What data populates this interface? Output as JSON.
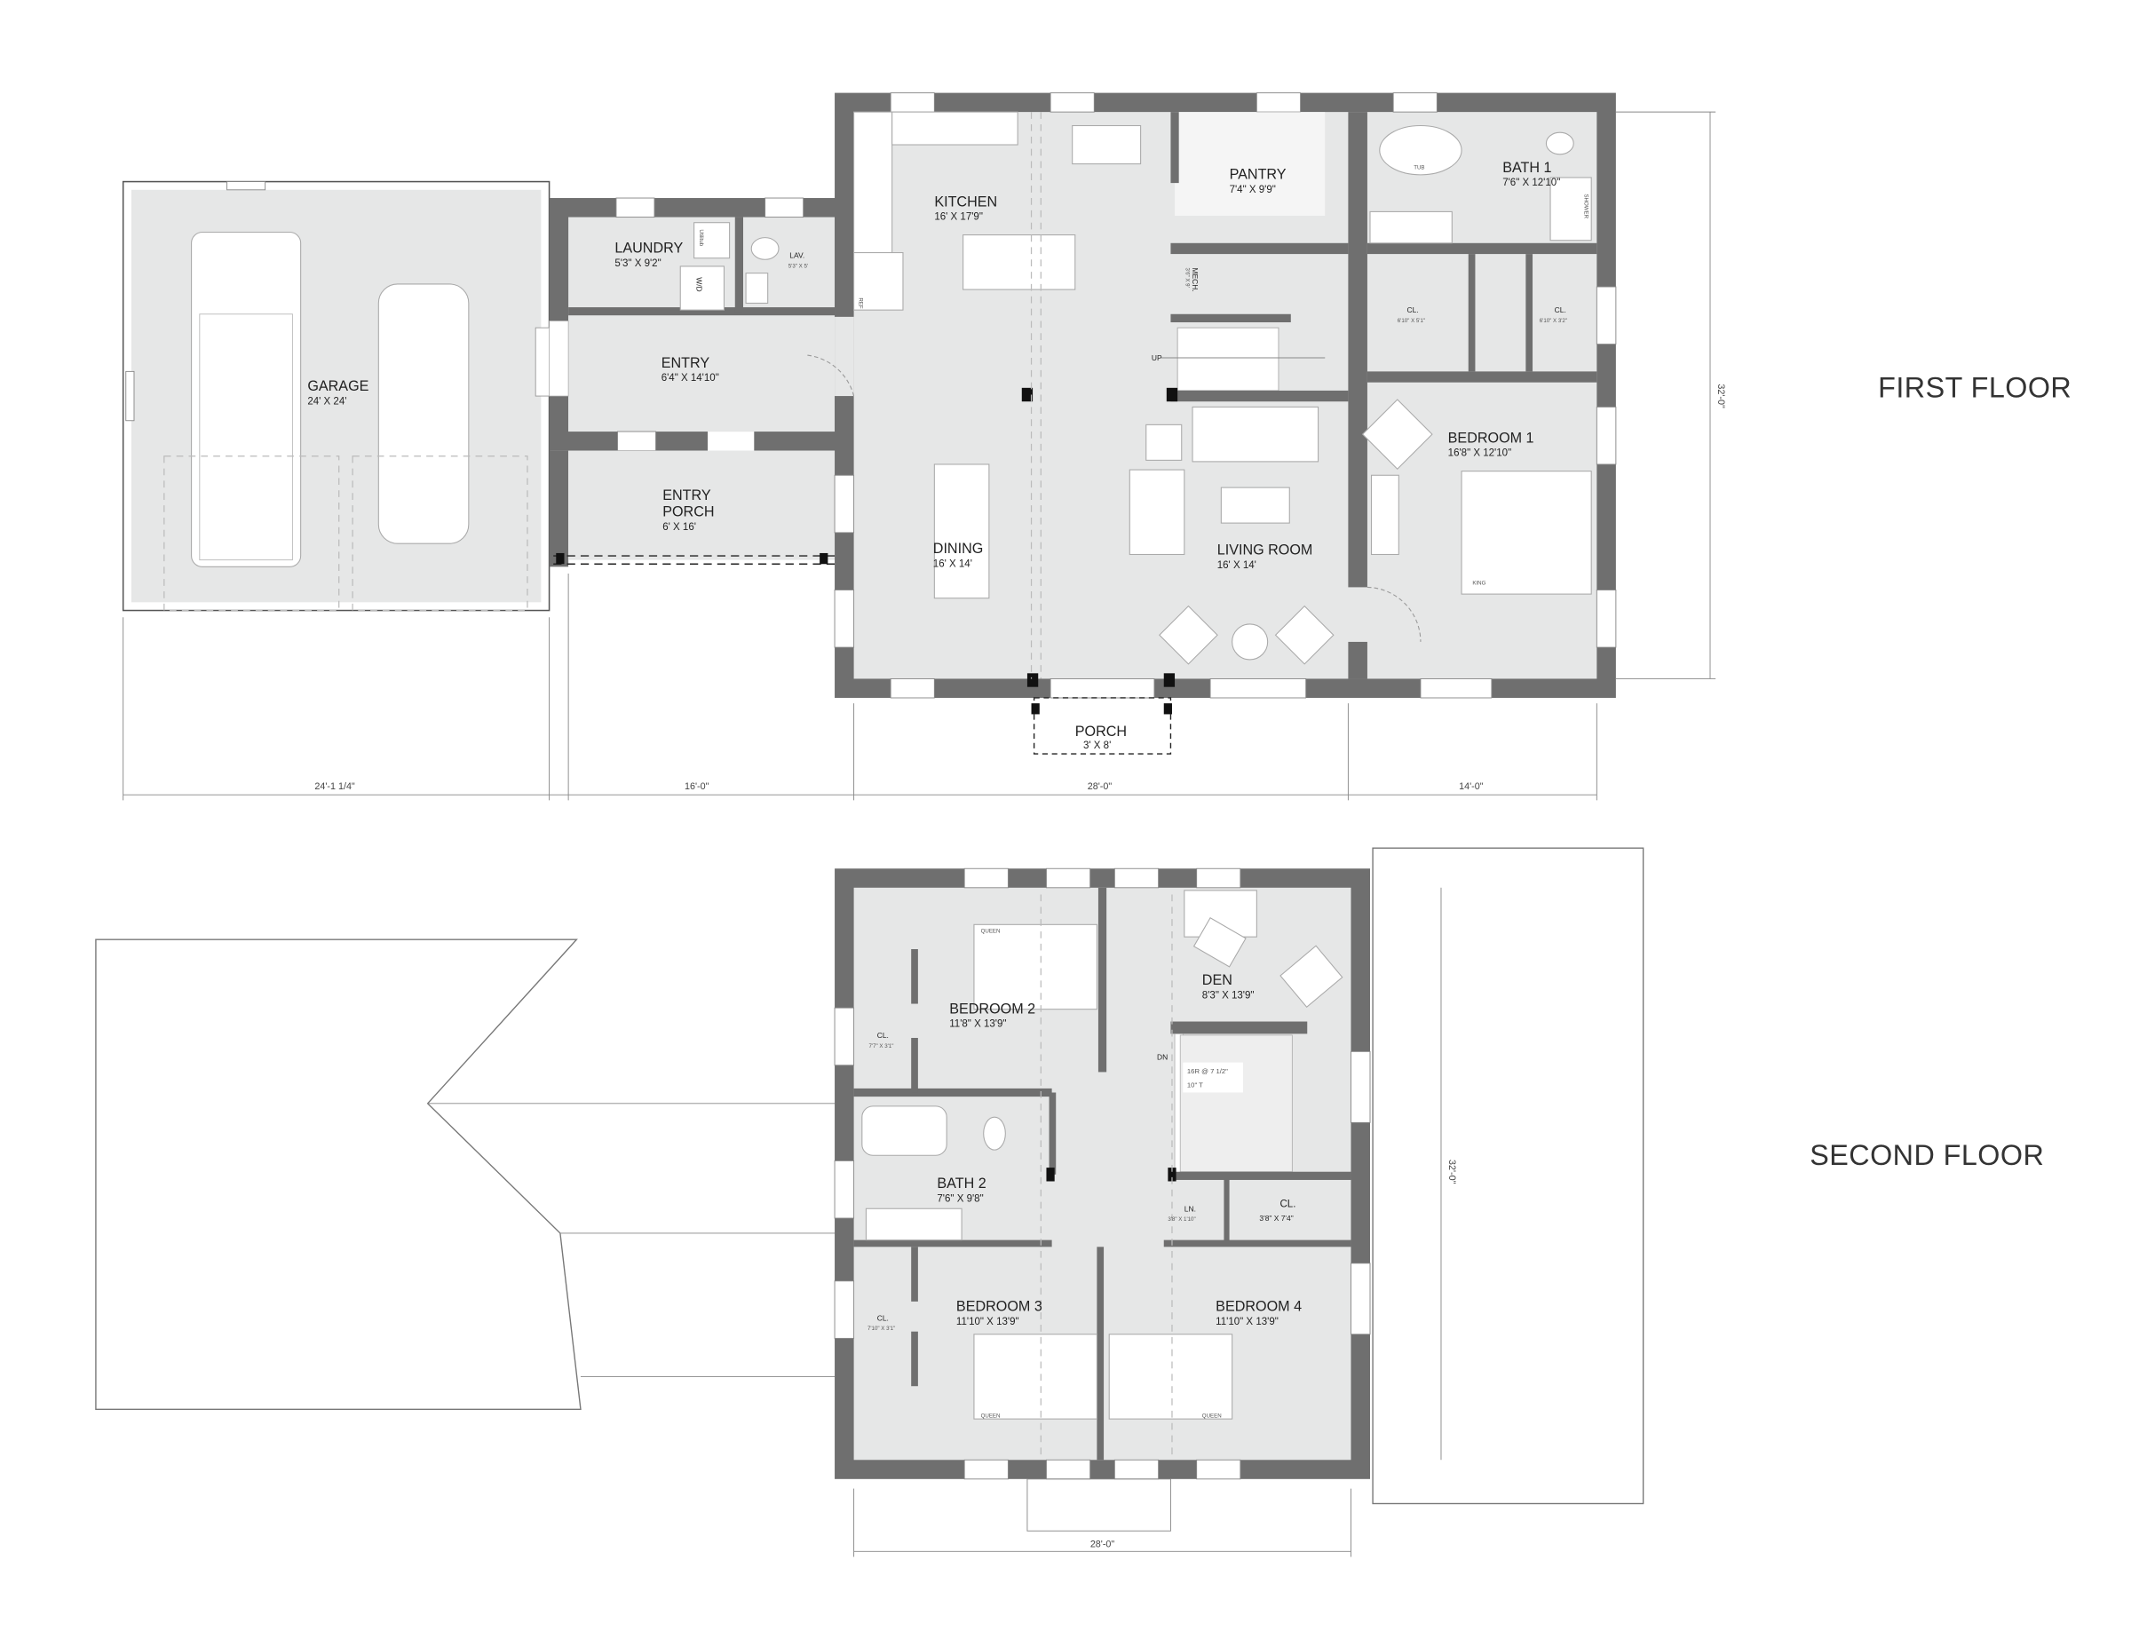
{
  "titles": {
    "first_floor": "FIRST FLOOR",
    "second_floor": "SECOND FLOOR"
  },
  "colors": {
    "wall": "#6f6f6f",
    "floor": "#e6e7e7",
    "post": "#111111"
  },
  "first_floor": {
    "rooms": {
      "kitchen": {
        "name": "KITCHEN",
        "size": "16' X 17'9\""
      },
      "pantry": {
        "name": "PANTRY",
        "size": "7'4\" X 9'9\""
      },
      "bath1": {
        "name": "BATH 1",
        "size": "7'6\" X 12'10\""
      },
      "cl_left": {
        "name": "CL.",
        "size": "6'10\" X 5'1\""
      },
      "cl_right": {
        "name": "CL.",
        "size": "6'10\" X 3'2\""
      },
      "bedroom1": {
        "name": "BEDROOM 1",
        "size": "16'8\" X 12'10\""
      },
      "laundry": {
        "name": "LAUNDRY",
        "size": "5'3\" X 9'2\""
      },
      "lav": {
        "name": "LAV.",
        "size": "5'3\" X 5'"
      },
      "entry": {
        "name": "ENTRY",
        "size": "6'4\" X 14'10\""
      },
      "entry_porch": {
        "name1": "ENTRY",
        "name2": "PORCH",
        "size": "6' X 16'"
      },
      "garage": {
        "name": "GARAGE",
        "size": "24' X 24'"
      },
      "dining": {
        "name": "DINING",
        "size": "16' X 14'"
      },
      "living": {
        "name": "LIVING ROOM",
        "size": "16' X 14'"
      },
      "porch": {
        "name": "PORCH",
        "size": "3' X 8'"
      },
      "mech": {
        "name": "MECH.",
        "size": "3'6\" X 9'"
      }
    },
    "notes": {
      "up": "UP",
      "wd": "W/D",
      "ref": "REF",
      "king": "KING",
      "tub": "TUB",
      "shower": "SHOWER",
      "utility": "Utilitub"
    },
    "dimensions": {
      "garage_w": "24'-1 1/4\"",
      "entry_w": "16'-0\"",
      "house_w": "28'-0\"",
      "bed_w": "14'-0\"",
      "depth": "32'-0\""
    }
  },
  "second_floor": {
    "rooms": {
      "bedroom2": {
        "name": "BEDROOM 2",
        "size": "11'8\" X 13'9\""
      },
      "den": {
        "name": "DEN",
        "size": "8'3\" X 13'9\""
      },
      "cl_b2": {
        "name": "CL.",
        "size": "7'7\" X 3'1\""
      },
      "bath2": {
        "name": "BATH 2",
        "size": "7'6\" X 9'8\""
      },
      "ln": {
        "name": "LN.",
        "size": "3'8\" X 1'10\""
      },
      "cl_hall": {
        "name": "CL.",
        "size": "3'8\" X 7'4\""
      },
      "bedroom3": {
        "name": "BEDROOM 3",
        "size": "11'10\" X 13'9\""
      },
      "bedroom4": {
        "name": "BEDROOM 4",
        "size": "11'10\" X 13'9\""
      },
      "cl_b3": {
        "name": "CL.",
        "size": "7'10\" X 3'1\""
      }
    },
    "notes": {
      "dn": "DN",
      "stair1": "16R @ 7 1/2\"",
      "stair2": "10\" T",
      "queen": "QUEEN"
    },
    "dimensions": {
      "width": "28'-0\"",
      "depth": "32'-0\""
    }
  }
}
